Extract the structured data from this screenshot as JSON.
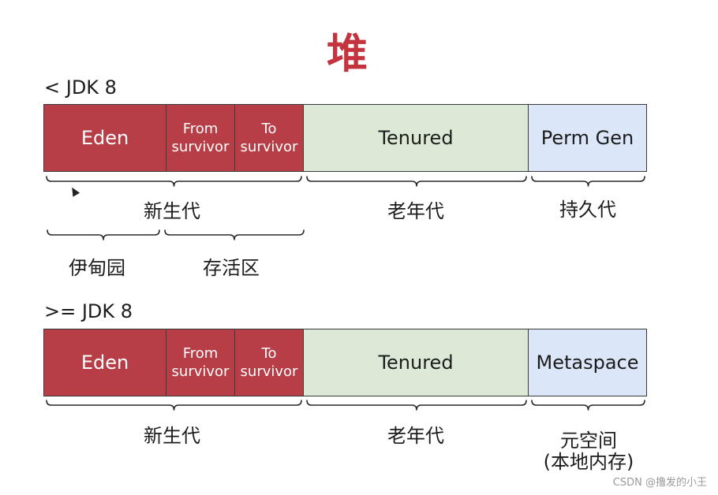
{
  "title": "堆",
  "before": {
    "label": "< JDK 8",
    "segments": {
      "eden": "Eden",
      "from": "From\nsurvivor",
      "to": "To\nsurvivor",
      "tenured": "Tenured",
      "perm": "Perm Gen"
    },
    "groups": {
      "young": "新生代",
      "old": "老年代",
      "perm": "持久代",
      "eden": "伊甸园",
      "survivor": "存活区"
    }
  },
  "after": {
    "label": ">= JDK 8",
    "segments": {
      "eden": "Eden",
      "from": "From\nsurvivor",
      "to": "To\nsurvivor",
      "tenured": "Tenured",
      "meta": "Metaspace"
    },
    "groups": {
      "young": "新生代",
      "old": "老年代",
      "meta": "元空间\n(本地内存)"
    }
  },
  "watermark": "CSDN @撸发的小王",
  "colors": {
    "title": "#c3343e",
    "young": "#b73d46",
    "old": "#dce9d6",
    "perm": "#dbe6f8"
  }
}
